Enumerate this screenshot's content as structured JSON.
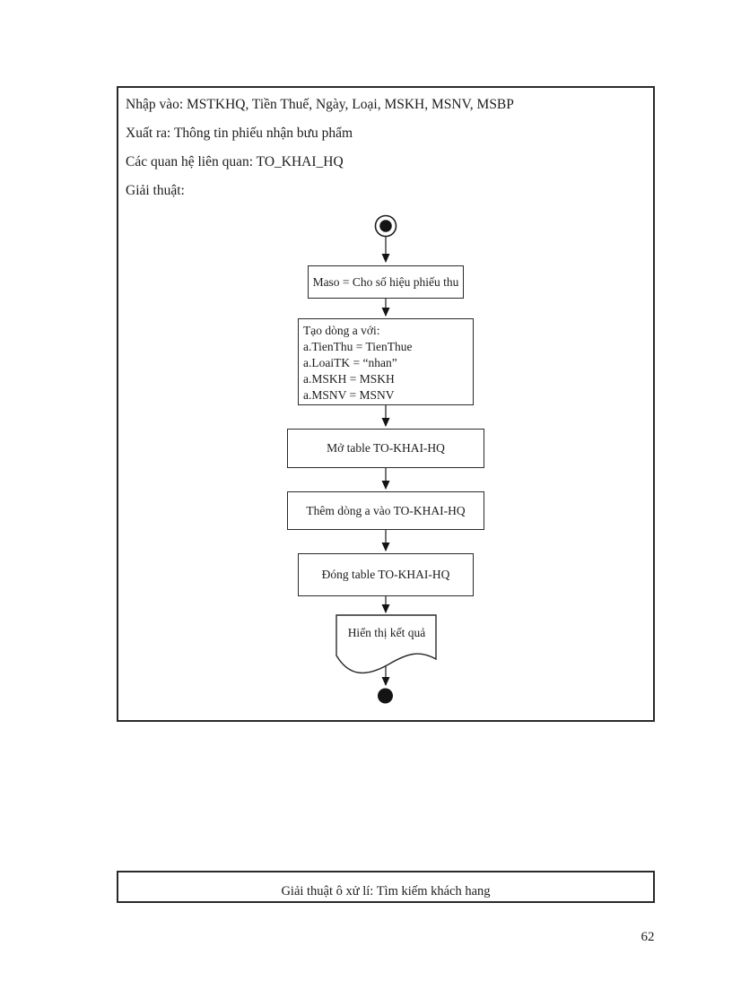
{
  "colors": {
    "ink": "#1c1c1c",
    "paper": "#ffffff"
  },
  "page_number": "62",
  "algorithm_section": {
    "input_line": "Nhập vào: MSTKHQ, Tiền Thuế, Ngày, Loại, MSKH, MSNV, MSBP",
    "output_line": "Xuất ra: Thông tin phiếu nhận bưu phẩm",
    "relations_line": "Các quan hệ liên quan: TO_KHAI_HQ",
    "algorithm_heading": "Giải thuật:"
  },
  "flowchart": {
    "box1": {
      "label": "Maso = Cho số hiệu phiếu thu"
    },
    "box2": {
      "lines": [
        "Tạo dòng a với:",
        "a.TienThu = TienThue",
        "a.LoaiTK = “nhan”",
        "a.MSKH = MSKH",
        "a.MSNV = MSNV"
      ]
    },
    "box3": {
      "label": "Mở table TO-KHAI-HQ"
    },
    "box4": {
      "label": "Thêm dòng a vào TO-KHAI-HQ"
    },
    "box5": {
      "label": "Đóng table TO-KHAI-HQ"
    },
    "document": {
      "label": "Hiển thị kết quả"
    }
  },
  "caption": {
    "text": "Giải thuật ô xử lí: Tìm kiếm khách hang"
  }
}
